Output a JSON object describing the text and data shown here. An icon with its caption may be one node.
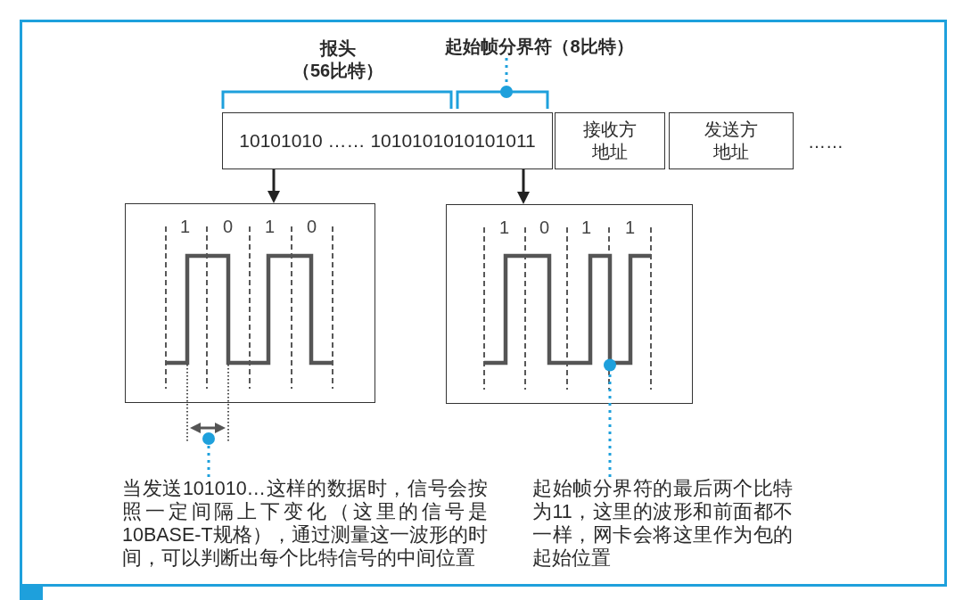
{
  "diagram": {
    "nodes": [
      {
        "text": [
          "起始帧分界符（8比特）"
        ]
      },
      {
        "text": [
          "10101010 …… 1010101010101011"
        ]
      },
      {
        "text": [
          "接收方地址"
        ]
      },
      {
        "text": [
          "发送方地址"
        ],
        "beside": [
          "……"
        ]
      },
      {
        "text": [
          "1",
          "0",
          "1",
          "0"
        ]
      },
      {
        "text": [
          "1",
          "0",
          "1",
          "1"
        ]
      },
      {
        "text": [],
        "shape": "picture",
        "in": 5
      },
      {
        "text": [
          "当发送101010…这样的数据时，信号会按照一定间隔上下变化（这里的信号是10BASE-T规格），通过测量这一波形的时间，可以判断出每个比特信号的中间位置"
        ]
      },
      {
        "text": [
          "起始帧分界符的最后两个比特为11，这里的波形和前面都不一样，网卡会将这里作为包的起始位置"
        ]
      }
    ],
    "edges": [
      {
        "from": 1,
        "to": 4,
        "arrow": "to",
        "color": "#222222"
      },
      {
        "from": 1,
        "to": 5,
        "arrow": "to",
        "color": "#222222"
      },
      {
        "from": 0,
        "to": 1,
        "arrow": "other",
        "style": "dashed",
        "color": "#1ea0dc"
      },
      {
        "from": 7,
        "to": null,
        "arrow": "other",
        "style": "dashed",
        "color": "#1ea0dc"
      },
      {
        "from": 8,
        "to": 6,
        "arrow": "other",
        "style": "dashed",
        "color": "#1ea0dc"
      }
    ],
    "labels": [
      "报头（56比特）"
    ]
  }
}
